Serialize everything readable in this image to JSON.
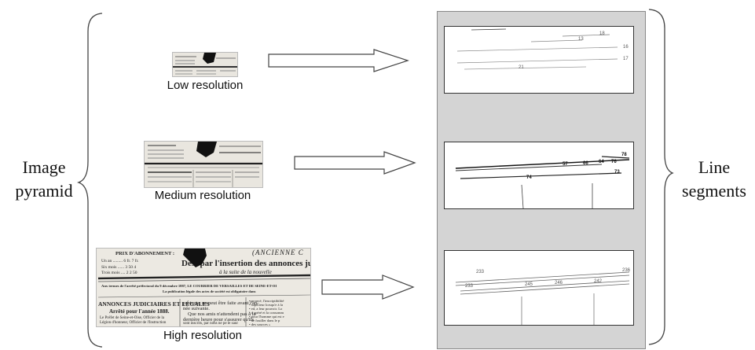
{
  "left_label": [
    "Image",
    "pyramid"
  ],
  "right_label": [
    "Line",
    "segments"
  ],
  "levels": [
    {
      "label": "Low resolution"
    },
    {
      "label": "Medium resolution"
    },
    {
      "label": "High resolution"
    }
  ],
  "panel_low": {
    "numbers": [
      "18",
      "13",
      "16",
      "17",
      "21"
    ]
  },
  "panel_medium": {
    "numbers": [
      "57",
      "66",
      "64",
      "78",
      "76",
      "73",
      "74"
    ]
  },
  "panel_high": {
    "numbers": [
      "233",
      "233",
      "245",
      "246",
      "242",
      "236"
    ]
  },
  "doc_text": {
    "header": "PRIX D'ABONNEMENT :",
    "col1": "Un an .........  6 fr.   7 fr.",
    "col2": "Six mois ......  3  50   4",
    "col3": "Trois mois ....  2       2 50",
    "banner": "(ANCIENNE C",
    "title": "Dest par l'insertion des annonces jud",
    "subtitle": "à la suite de la nouvelle",
    "notice1": "Aux termes de l'arrêté préfectoral du 9 décembre 1887, LE COURRIER DE VERSAILLES ET DE SEINE-ET-OI",
    "notice2": "La publication légale des actes de société est obligatoire dans",
    "col_a_title": "ANNONCES JUDICIAIRES ET LÉGALES",
    "col_a_sub": "Arrêté pour l'année 1888.",
    "col_a_l1": "Le Préfet de Seine-et-Oise, Officier de la",
    "col_a_l2": "Légion d'honneur, Officier de l'Instruction",
    "col_b_l1": "protecte, ne peut être faite avant l'an-",
    "col_b_l2": "née suivante.",
    "col_b_l3": "Que nos amis n'attendent pas à la",
    "col_b_l4": "dernière heure pour s'assurer qu'ils",
    "col_b_l5": "sont inscrits, par nous ne pe le saur",
    "col_c_l1": "• prouvé, l'inscriptibilité",
    "col_c_l2": "• supérieur lorsqu'e à la",
    "col_c_l3": "• ed, a leur pouvoir. Lo",
    "col_c_l4": "• a opéré et la consomm",
    "col_c_l5": "• pour l'homme qui est e",
    "col_c_l6": "• de fouiller dans le p",
    "col_c_l7": "• des sources »"
  }
}
